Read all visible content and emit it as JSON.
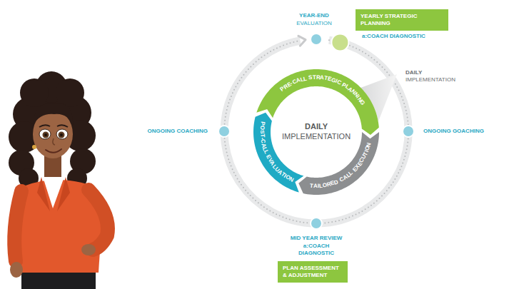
{
  "diagram": {
    "nodes": [
      {
        "text": [
          "YEARLY STRATEGIC PLANNING"
        ]
      },
      {
        "text": [
          "DAILY IMPLEMENTATION"
        ]
      },
      {
        "text": [
          "PRE-CALL STRATEGIC PLANNING"
        ],
        "in": 1
      },
      {
        "text": [
          "TAILORED CALL EXECUTION"
        ],
        "in": 1
      },
      {
        "text": [
          "POST-CALL EVALUATION"
        ],
        "in": 1
      },
      {
        "text": [
          "PLAN ASSESSMENT & ADJUSTMENT"
        ]
      }
    ],
    "labels": [
      "YEAR-END EVALUATION",
      "a:COACH DIAGNOSTIC",
      "DAILY IMPLEMENTATION",
      "ONGOING COACHING",
      "ONGOING GOACHING",
      "MID YEAR REVIEW",
      "a:COACH DIAGNOSTIC"
    ]
  }
}
